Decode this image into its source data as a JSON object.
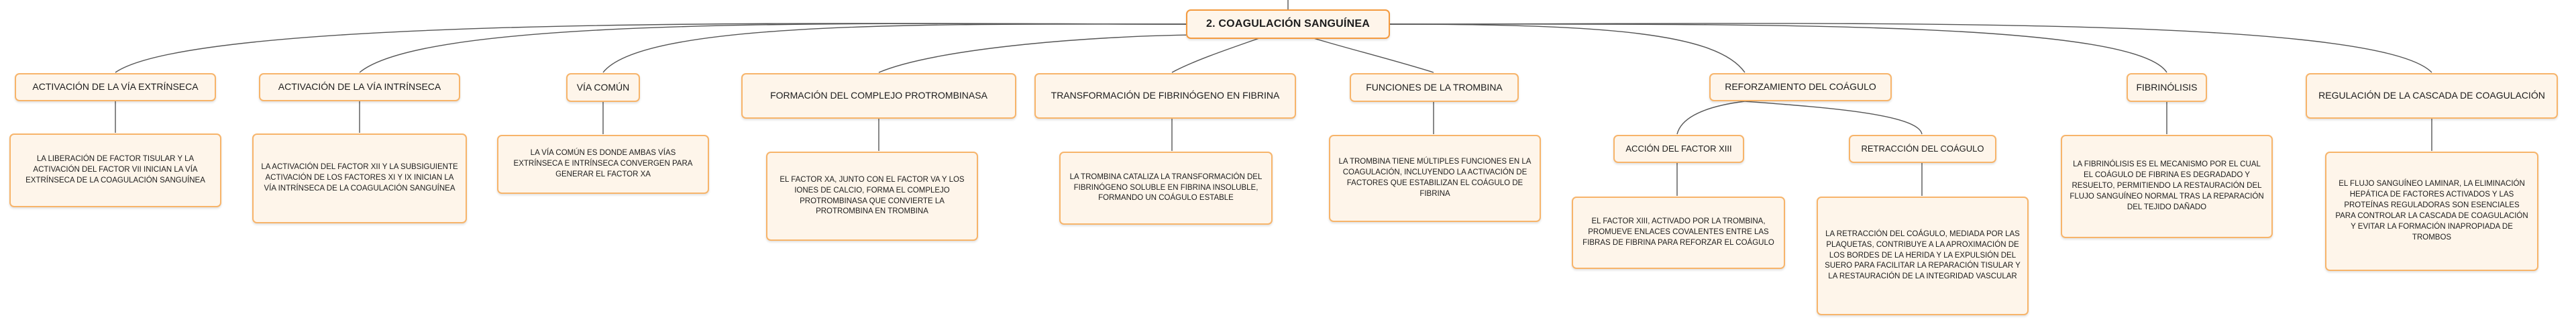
{
  "root": {
    "label": "2. COAGULACIÓN SANGUÍNEA"
  },
  "branches": [
    {
      "title": "ACTIVACIÓN DE LA VÍA EXTRÍNSECA",
      "detail": "LA LIBERACIÓN DE FACTOR TISULAR Y LA ACTIVACIÓN DEL FACTOR VII INICIAN LA VÍA EXTRÍNSECA DE LA COAGULACIÓN SANGUÍNEA"
    },
    {
      "title": "ACTIVACIÓN DE LA VÍA INTRÍNSECA",
      "detail": "LA ACTIVACIÓN DEL FACTOR XII Y LA SUBSIGUIENTE ACTIVACIÓN DE LOS FACTORES XI Y IX INICIAN LA VÍA INTRÍNSECA DE LA COAGULACIÓN SANGUÍNEA"
    },
    {
      "title": "VÍA COMÚN",
      "detail": "LA VÍA COMÚN ES DONDE AMBAS VÍAS EXTRÍNSECA E INTRÍNSECA CONVERGEN PARA GENERAR EL FACTOR XA"
    },
    {
      "title": "FORMACIÓN DEL COMPLEJO PROTROMBINASA",
      "detail": "EL FACTOR XA, JUNTO CON EL FACTOR VA Y LOS IONES DE CALCIO, FORMA EL COMPLEJO PROTROMBINASA QUE CONVIERTE LA PROTROMBINA EN TROMBINA"
    },
    {
      "title": "TRANSFORMACIÓN DE FIBRINÓGENO EN FIBRINA",
      "detail": "LA TROMBINA CATALIZA LA TRANSFORMACIÓN DEL FIBRINÓGENO SOLUBLE EN FIBRINA INSOLUBLE, FORMANDO UN COÁGULO ESTABLE"
    },
    {
      "title": "FUNCIONES DE LA TROMBINA",
      "detail": "LA TROMBINA TIENE MÚLTIPLES FUNCIONES EN LA COAGULACIÓN, INCLUYENDO LA ACTIVACIÓN DE FACTORES QUE ESTABILIZAN EL COÁGULO DE FIBRINA"
    },
    {
      "title": "REFORZAMIENTO DEL COÁGULO",
      "children": [
        {
          "title": "ACCIÓN DEL FACTOR XIII",
          "detail": "EL FACTOR XIII, ACTIVADO POR LA TROMBINA, PROMUEVE ENLACES COVALENTES ENTRE LAS FIBRAS DE FIBRINA PARA REFORZAR EL COÁGULO"
        },
        {
          "title": "RETRACCIÓN DEL COÁGULO",
          "detail": "LA RETRACCIÓN DEL COÁGULO, MEDIADA POR LAS PLAQUETAS, CONTRIBUYE A LA APROXIMACIÓN DE LOS BORDES DE LA HERIDA Y LA EXPULSIÓN DEL SUERO PARA FACILITAR LA REPARACIÓN TISULAR Y LA RESTAURACIÓN DE LA INTEGRIDAD VASCULAR"
        }
      ]
    },
    {
      "title": "FIBRINÓLISIS",
      "detail": "LA FIBRINÓLISIS ES EL MECANISMO POR EL CUAL EL COÁGULO DE FIBRINA ES DEGRADADO Y RESUELTO, PERMITIENDO LA RESTAURACIÓN DEL FLUJO SANGUÍNEO NORMAL TRAS LA REPARACIÓN DEL TEJIDO DAÑADO"
    },
    {
      "title": "REGULACIÓN DE LA CASCADA DE COAGULACIÓN",
      "detail": "EL FLUJO SANGUÍNEO LAMINAR, LA ELIMINACIÓN HEPÁTICA DE FACTORES ACTIVADOS Y LAS PROTEÍNAS REGULADORAS SON ESENCIALES PARA CONTROLAR LA CASCADA DE COAGULACIÓN Y EVITAR LA FORMACIÓN INAPROPIADA DE TROMBOS"
    }
  ]
}
